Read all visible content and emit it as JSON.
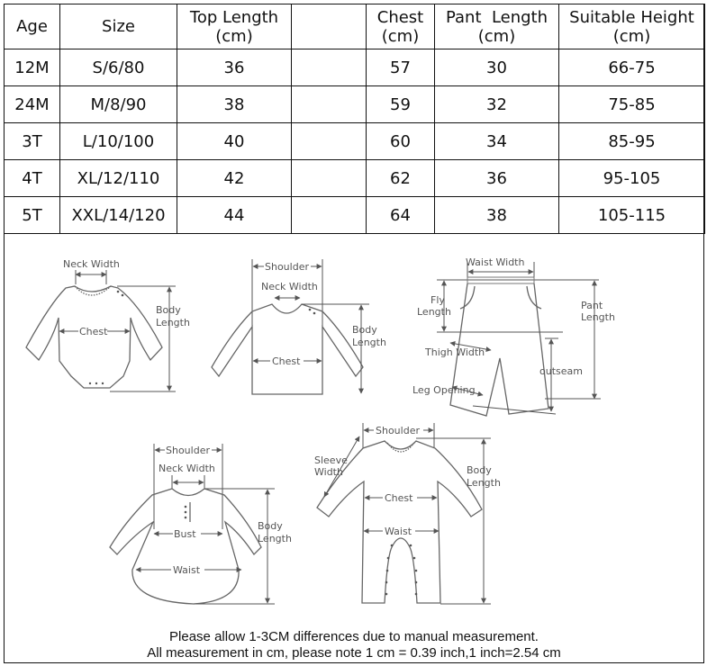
{
  "table": {
    "headers": [
      {
        "line1": "Age",
        "line2": ""
      },
      {
        "line1": "Size",
        "line2": ""
      },
      {
        "line1": "Top Length",
        "line2": "(cm)"
      },
      {
        "line1": "",
        "line2": ""
      },
      {
        "line1": "Chest",
        "line2": "(cm)"
      },
      {
        "line1": "Pant  Length",
        "line2": "(cm)"
      },
      {
        "line1": "Suitable Height",
        "line2": "(cm)"
      }
    ],
    "rows": [
      {
        "age": "12M",
        "size": "S/6/80",
        "top_length": "36",
        "blank": "",
        "chest": "57",
        "pant_length": "30",
        "suitable_height": "66-75"
      },
      {
        "age": "24M",
        "size": "M/8/90",
        "top_length": "38",
        "blank": "",
        "chest": "59",
        "pant_length": "32",
        "suitable_height": "75-85"
      },
      {
        "age": "3T",
        "size": "L/10/100",
        "top_length": "40",
        "blank": "",
        "chest": "60",
        "pant_length": "34",
        "suitable_height": "85-95"
      },
      {
        "age": "4T",
        "size": "XL/12/110",
        "top_length": "42",
        "blank": "",
        "chest": "62",
        "pant_length": "36",
        "suitable_height": "95-105"
      },
      {
        "age": "5T",
        "size": "XXL/14/120",
        "top_length": "44",
        "blank": "",
        "chest": "64",
        "pant_length": "38",
        "suitable_height": "105-115"
      }
    ]
  },
  "diagrams": {
    "bodysuit": {
      "neck_width": "Neck Width",
      "chest": "Chest",
      "body": "Body",
      "length": "Length"
    },
    "top": {
      "shoulder": "Shoulder",
      "neck_width": "Neck Width",
      "chest": "Chest",
      "body": "Body",
      "length": "Length"
    },
    "pants": {
      "waist_width": "Waist Width",
      "fly": "Fly",
      "fly_length": "Length",
      "pant": "Pant",
      "pant_length": "Length",
      "thigh_width": "Thigh Width",
      "outseam": "outseam",
      "leg_opening": "Leg Opening"
    },
    "dress": {
      "shoulder": "Shoulder",
      "neck_width": "Neck Width",
      "bust": "Bust",
      "waist": "Waist",
      "body": "Body",
      "length": "Length"
    },
    "romper": {
      "shoulder": "Shoulder",
      "sleeve": "Sleeve",
      "sleeve_width": "Width",
      "chest": "Chest",
      "waist": "Waist",
      "body": "Body",
      "length": "Length"
    }
  },
  "notes": {
    "line1": "Please allow 1-3CM differences due to manual measurement.",
    "line2": "All measurement in cm, please note 1 cm = 0.39 inch,1 inch=2.54 cm"
  }
}
